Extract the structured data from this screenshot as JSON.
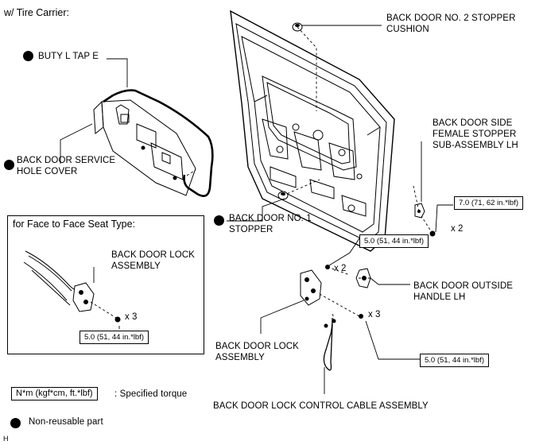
{
  "header": {
    "title": "w/ Tire Carrier:"
  },
  "labels": {
    "butyl_tape": "BUTY L TAP E",
    "service_hole_cover": "BACK DOOR SERVICE\nHOLE COVER",
    "stopper_cushion": "BACK DOOR NO. 2 STOPPER\nCUSHION",
    "side_female_stopper": "BACK DOOR SIDE\nFEMALE STOPPER\nSUB-ASSEMBLY LH",
    "stopper_no1": "BACK DOOR NO. 1\nSTOPPER",
    "outside_handle": "BACK DOOR OUTSIDE\nHANDLE LH",
    "lock_assembly": "BACK DOOR LOCK\nASSEMBLY",
    "lock_control_cable": "BACK DOOR LOCK CONTROL CABLE ASSEMBLY"
  },
  "inset": {
    "title": "for Face to Face Seat Type:",
    "lock_assembly": "BACK DOOR LOCK\nASSEMBLY",
    "qty": "x 3",
    "torque": "5.0 (51, 44 in.*lbf)"
  },
  "torques": {
    "side_stopper": "7.0 (71, 62 in.*lbf)",
    "handle": "5.0 (51, 44 in.*lbf)",
    "lock": "5.0 (51, 44 in.*lbf)"
  },
  "quantities": {
    "side_stopper": "x 2",
    "handle": "x 2",
    "lock": "x 3"
  },
  "legend": {
    "torque_unit": "N*m (kgf*cm, ft.*lbf)",
    "torque_desc": ": Specified torque",
    "non_reusable": "Non-reusable part"
  },
  "footer_code": "H"
}
